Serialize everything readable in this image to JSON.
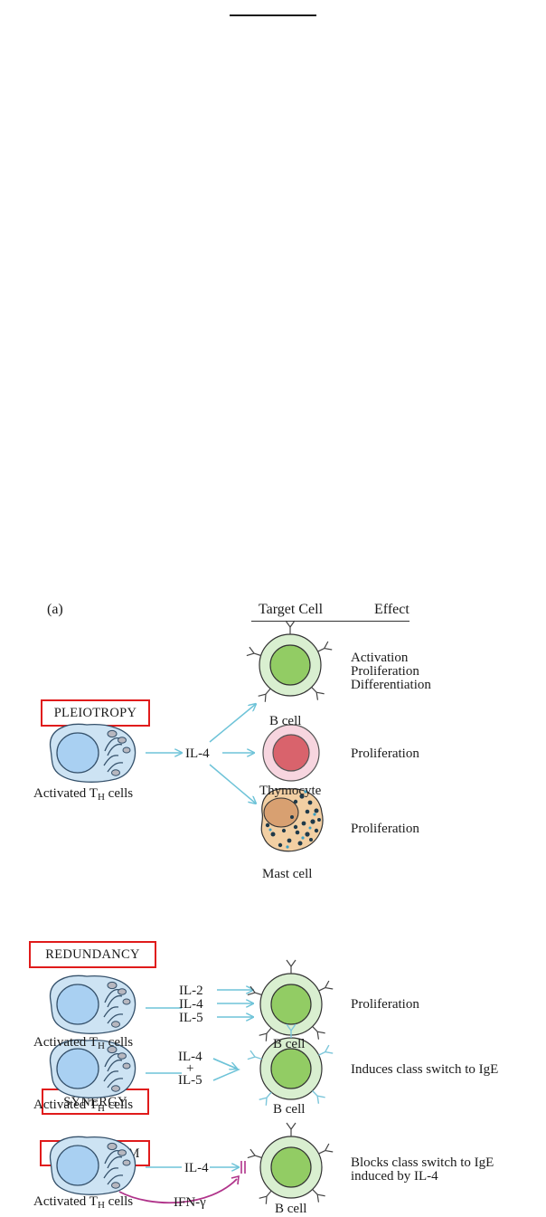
{
  "panel_label": "(a)",
  "headers": {
    "target_cell": "Target Cell",
    "effect": "Effect"
  },
  "sections": [
    {
      "label": "PLEIOTROPY",
      "source": {
        "prefix": "Activated T",
        "sub": "H",
        "suffix": " cells"
      },
      "cytokine": "IL-4",
      "targets": [
        {
          "name": "B cell",
          "effect_lines": [
            "Activation",
            "Proliferation",
            "Differentiation"
          ]
        },
        {
          "name": "Thymocyte",
          "effect_lines": [
            "Proliferation"
          ]
        },
        {
          "name": "Mast cell",
          "effect_lines": [
            "Proliferation"
          ]
        }
      ]
    },
    {
      "label": "REDUNDANCY",
      "source": {
        "prefix": "Activated T",
        "sub": "H",
        "suffix": " cells"
      },
      "cytokines": [
        "IL-2",
        "IL-4",
        "IL-5"
      ],
      "targets": [
        {
          "name": "B cell",
          "effect_lines": [
            "Proliferation"
          ]
        }
      ]
    },
    {
      "label": "SYNERGY",
      "source": {
        "prefix": "Activated T",
        "sub": "H",
        "suffix": " cells"
      },
      "cytokines": [
        "IL-4",
        "+",
        "IL-5"
      ],
      "targets": [
        {
          "name": "B cell",
          "effect_lines": [
            "Induces class switch to IgE"
          ]
        }
      ]
    },
    {
      "label": "ANTAGONISM",
      "source": {
        "prefix": "Activated T",
        "sub": "H",
        "suffix": " cells"
      },
      "cytokine": "IL-4",
      "antagonist": "IFN-γ",
      "targets": [
        {
          "name": "B cell",
          "effect_lines": [
            "Blocks class switch to IgE",
            "induced by IL-4"
          ]
        }
      ]
    }
  ],
  "colors": {
    "label_box": "#e01b1b",
    "arrow": "#6ec3d8",
    "antagonist_arrow": "#b0338a",
    "th_cell": "#cde3f3",
    "th_nucleus": "#a9d0f2",
    "b_cell_outer": "#d9efd0",
    "b_cell_nucleus": "#92cc64",
    "thymocyte_outer": "#f7d5df",
    "thymocyte_nucleus": "#d9636c",
    "mast_cell": "#f2cfa3",
    "mast_nucleus": "#d8a071"
  }
}
